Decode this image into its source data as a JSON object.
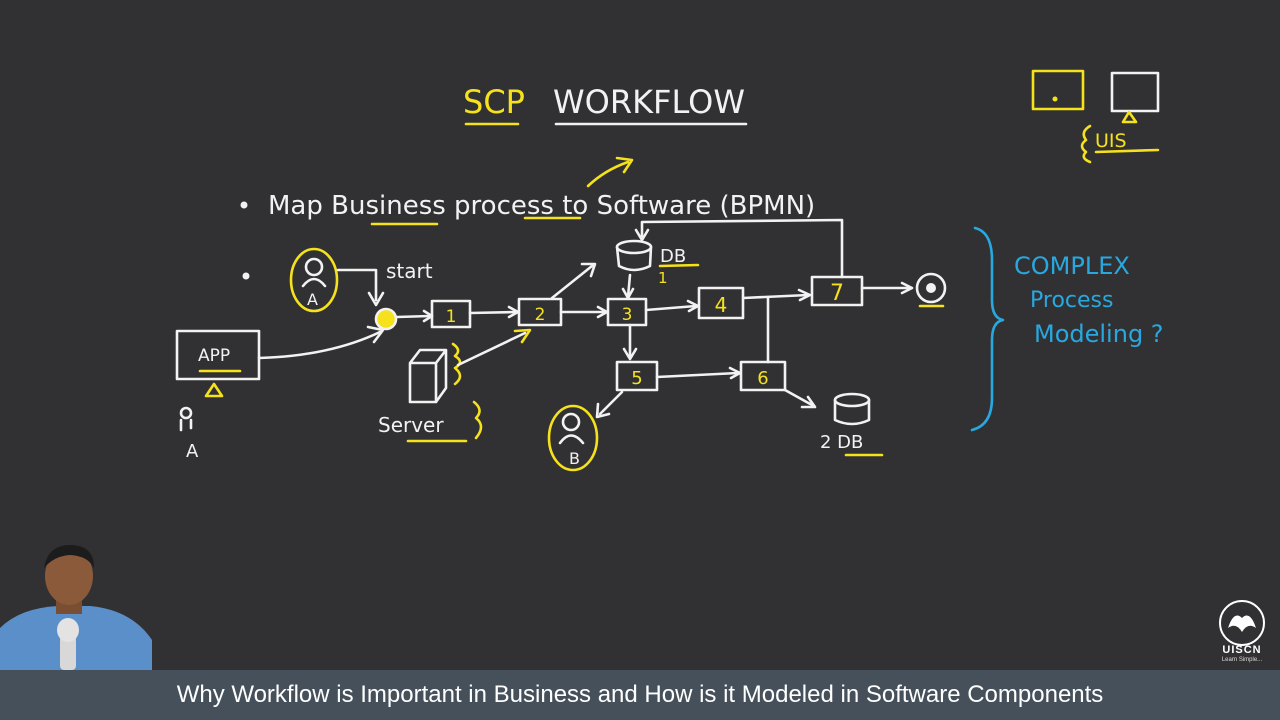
{
  "board": {
    "title_part1": "SCP",
    "title_part2": "WORKFLOW",
    "bullet1": "Map Business process to Software (BPMN)",
    "start_label": "start",
    "app_label": "APP",
    "user_a": "A",
    "user_a2": "A",
    "user_b": "B",
    "server_label": "Server",
    "db1_label": "DB",
    "db1_index": "1",
    "db2_label": "2 DB",
    "steps": [
      "1",
      "2",
      "3",
      "4",
      "5",
      "6",
      "7"
    ],
    "uis_label": "UIS",
    "complex_line1": "COMPLEX",
    "complex_line2": "Process",
    "complex_line3": "Modeling ?"
  },
  "logo": {
    "name": "UISCN",
    "tagline": "Learn Simple..."
  },
  "caption": "Why Workflow is Important in Business and How is it Modeled in Software Components",
  "colors": {
    "chalk_white": "#f2f2f2",
    "chalk_yellow": "#f5e11c",
    "chalk_blue": "#29a8e0",
    "board": "#313133",
    "caption_bar": "#46505b"
  }
}
